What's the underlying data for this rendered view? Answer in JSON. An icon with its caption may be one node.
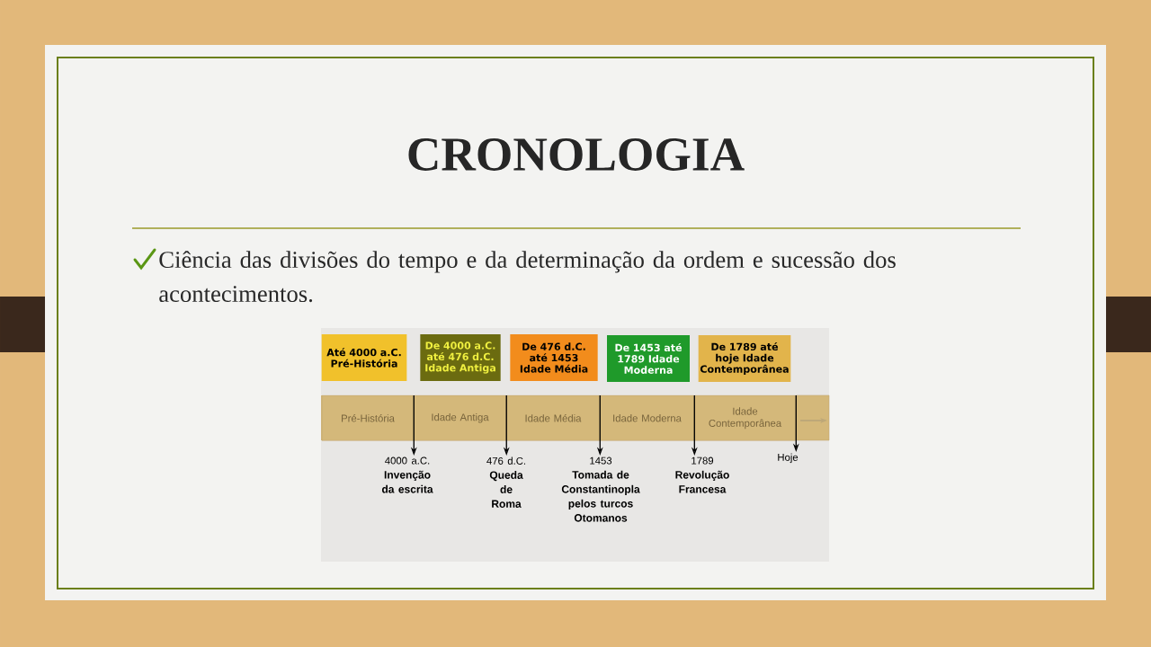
{
  "diagram": {
    "title": "CRONOLOGIA",
    "nodes": [
      {
        "text": [
          "Até 4000 a.C. Pré-História"
        ]
      },
      {
        "text": [
          "De 4000 a.C. até 476 d.C. Idade Antiga"
        ]
      },
      {
        "text": [
          "De 476 d.C. até 1453 Idade Média"
        ]
      },
      {
        "text": [
          "De 1453 até 1789 Idade Moderna"
        ]
      },
      {
        "text": [
          "De 1789 até hoje Idade Contemporânea"
        ]
      },
      {
        "text": [
          "Pré-História"
        ]
      },
      {
        "text": [
          "Idade Antiga"
        ]
      },
      {
        "text": [
          "Idade Média"
        ]
      },
      {
        "text": [
          "Idade Moderna"
        ]
      },
      {
        "text": [
          "Idade Contemporânea"
        ]
      },
      {
        "text": [
          "4000 a.C.",
          "Invenção da escrita"
        ]
      },
      {
        "text": [
          "476 d.C.",
          "Queda de Roma"
        ]
      },
      {
        "text": [
          "1453",
          "Tomada de Constantinopla pelos turcos Otomanos"
        ]
      },
      {
        "text": [
          "1789",
          "Revolução Francesa"
        ]
      },
      {
        "text": [
          "Hoje"
        ]
      }
    ],
    "edges": [
      {
        "from": 5,
        "to": 10,
        "arrow": "to"
      },
      {
        "from": 6,
        "to": 11,
        "arrow": "to"
      },
      {
        "from": 7,
        "to": 12,
        "arrow": "to"
      },
      {
        "from": 8,
        "to": 13,
        "arrow": "to"
      },
      {
        "from": 9,
        "to": 14,
        "arrow": "to"
      }
    ],
    "labels": [
      "Ciência das divisões do tempo e da determinação da ordem e sucessão dos acontecimentos."
    ]
  }
}
